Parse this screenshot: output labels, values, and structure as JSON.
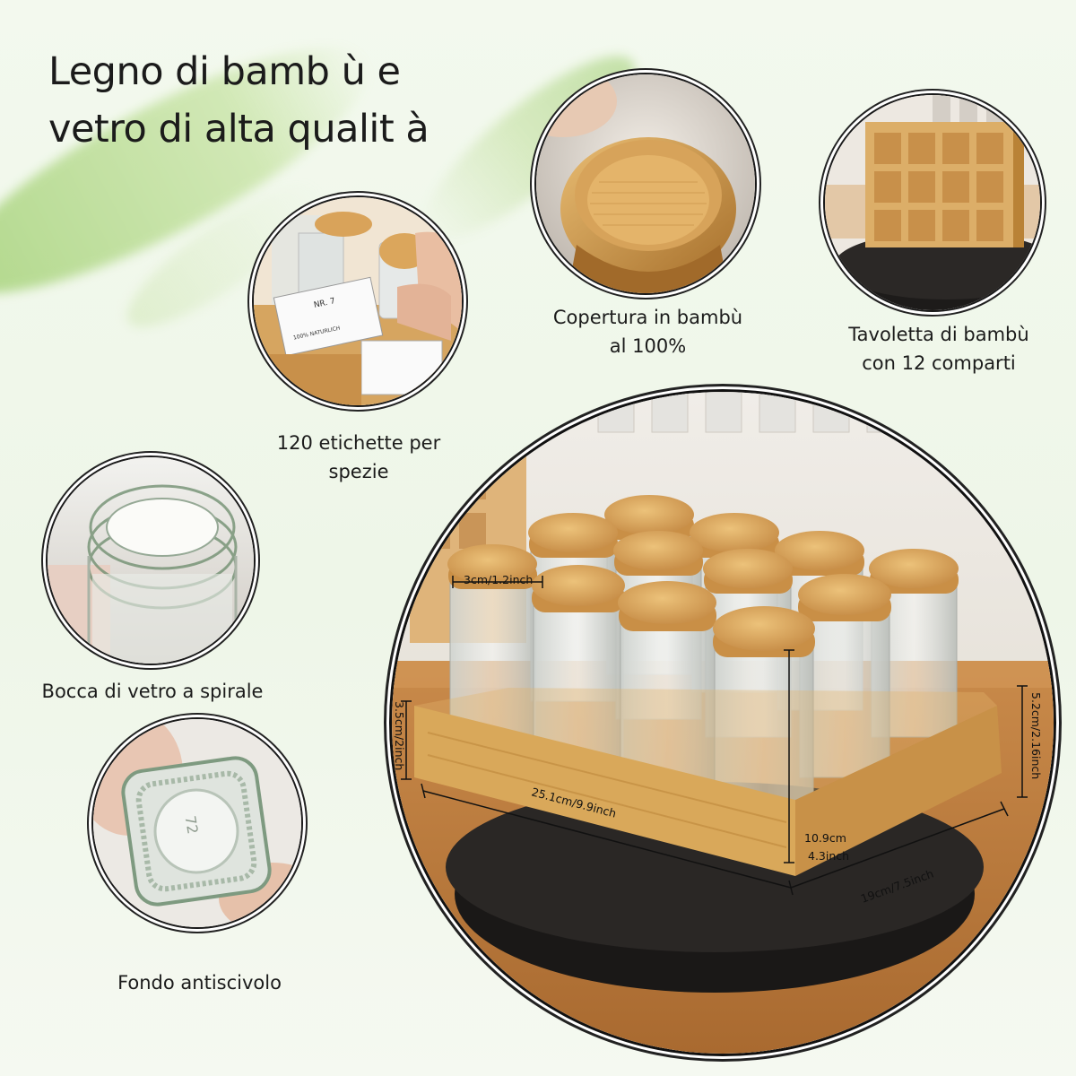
{
  "headline": {
    "line1": "Legno di bamb ù  e",
    "line2": "vetro di alta qualit à"
  },
  "features": {
    "lid_caption": [
      "Copertura in bambù",
      "al 100%"
    ],
    "tray_caption": [
      "Tavoletta di bambù",
      "con 12 comparti"
    ],
    "labels_caption": [
      "120 etichette per",
      "spezie"
    ],
    "mouth_caption": [
      "Bocca di vetro a spirale"
    ],
    "bottom_caption": [
      "Fondo antiscivolo"
    ]
  },
  "label_card": {
    "number": "NR. 7",
    "natural": "100% NATURLICH"
  },
  "bottom_mark": "72",
  "dimensions": {
    "lid_diameter": "3cm/1.2inch",
    "tray_front_height": "3.5cm/2inch",
    "jar_height": "5.2cm/2.16inch",
    "jar_depth_line1": "10.9cm",
    "jar_depth_line2": "4.3inch",
    "tray_length": "25.1cm/9.9inch",
    "tray_width": "19cm/7.5inch"
  },
  "colors": {
    "bamboo": "#d9a85a",
    "bamboo_dark": "#b98236",
    "leaf_green": "#8cc455",
    "turntable": "#1f1d1c"
  }
}
